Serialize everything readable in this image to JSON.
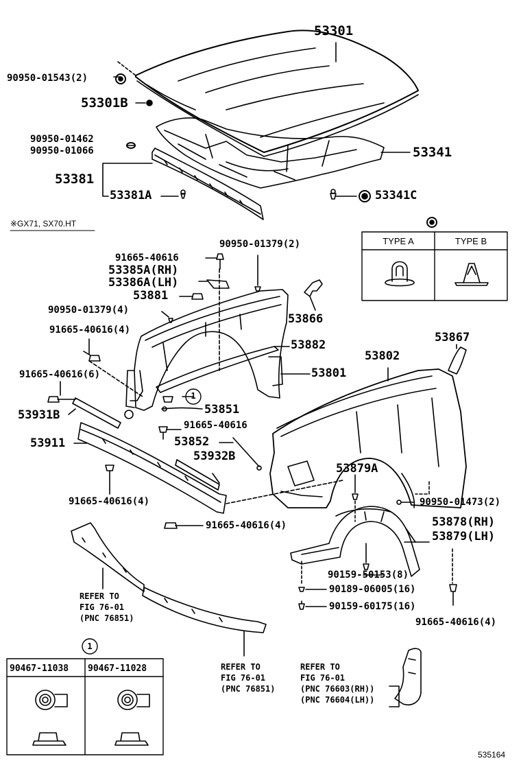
{
  "labels": {
    "hood": "53301",
    "cushion_hood": "90950-01543(2)",
    "hood_b": "53301B",
    "cushion_1": "90950-01462",
    "cushion_2": "90950-01066",
    "hood_insulator": "53341",
    "hood_seal": "53381",
    "hood_seal_a": "53381A",
    "clip_c": "53341C",
    "model_note": "※GX71, SX70.HT",
    "bolt_top": "91665-40616",
    "cushion_top": "90950-01379(2)",
    "bracket_rh": "53385A(RH)",
    "bracket_lh": "53386A(LH)",
    "part_53881": "53881",
    "cushion_4": "90950-01379(4)",
    "part_53866": "53866",
    "bolt_4a": "91665-40616(4)",
    "part_53882": "53882",
    "part_53867": "53867",
    "part_53802": "53802",
    "bolt_6": "91665-40616(6)",
    "part_53801": "53801",
    "part_53931b": "53931B",
    "part_53851": "53851",
    "bolt_mid": "91665-40616",
    "part_53911": "53911",
    "part_53852": "53852",
    "part_53932b": "53932B",
    "part_53879a": "53879A",
    "bolt_4b": "91665-40616(4)",
    "cushion_2b": "90950-01473(2)",
    "bolt_4c": "91665-40616(4)",
    "liner_rh": "53878(RH)",
    "liner_lh": "53879(LH)",
    "screw_8": "90159-50153(8)",
    "refer_1a": "REFER TO",
    "refer_1b": "FIG 76-01",
    "refer_1c": "(PNC 76851)",
    "nut_16": "90189-06005(16)",
    "screw_16": "90159-60175(16)",
    "bolt_4d": "91665-40616(4)",
    "refer_2a": "REFER TO",
    "refer_2b": "FIG 76-01",
    "refer_2c": "(PNC 76851)",
    "refer_3a": "REFER TO",
    "refer_3b": "FIG 76-01",
    "refer_3c": "(PNC 76603(RH))",
    "refer_3d": "(PNC 76604(LH))",
    "ref_circle_1": "1",
    "ref_circle_2": "1",
    "footer_code": "535164"
  },
  "type_table": {
    "type_a": "TYPE A",
    "type_b": "TYPE B"
  },
  "nut_table": {
    "col_1": "90467-11038",
    "col_2": "90467-11028"
  },
  "colors": {
    "ink": "#000000",
    "paper": "#ffffff"
  }
}
